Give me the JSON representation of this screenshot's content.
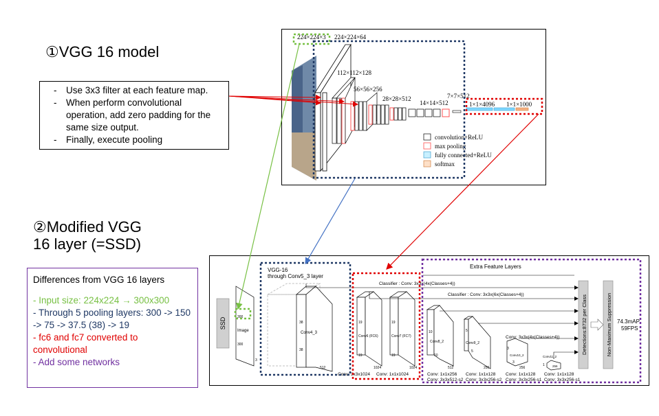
{
  "vgg_title": "①VGG 16 model",
  "ssd_title_line1": "②Modified VGG",
  "ssd_title_line2": "16 layer (=SSD)",
  "notes": [
    "Use 3x3 filter at each feature map.",
    "When perform convolutional operation, add zero padding for the same size output.",
    "Finally, execute pooling"
  ],
  "differences": {
    "heading": "Differences from VGG 16 layers",
    "input": "- Input size: 224x224 → 300x300",
    "pooling": "- Through 5 pooling layers: 300 -> 150 -> 75 -> 37.5 (38) -> 19",
    "fc": "- fc6 and fc7 converted to convolutional",
    "add": "- Add some networks"
  },
  "colors": {
    "green": "#77c043",
    "navy": "#1f3864",
    "red": "#e00000",
    "purple": "#7030a0",
    "blue_arrow": "#4472c4"
  },
  "vgg_fig": {
    "dims": [
      "224×224×3",
      "224×224×64",
      "112×112×128",
      "56×56×256",
      "28×28×512",
      "14×14×512",
      "7×7×512",
      "1×1×4096",
      "1×1×1000"
    ],
    "legend": [
      "convolution+ReLU",
      "max pooling",
      "fully connected+ReLU",
      "softmax"
    ],
    "legend_colors": [
      "#ffffff",
      "#ff8080",
      "#80d8ff",
      "#f4b183"
    ]
  },
  "ssd_fig": {
    "ssd_label": "SSD",
    "image_label": "Image",
    "image_size": "300",
    "image_ch": "3",
    "vgg_label_1": "VGG-16",
    "vgg_label_2": "through Conv5_3 layer",
    "conv4_3": "Conv4_3",
    "dim38": "38",
    "dim512": "512",
    "fc6": "Conv6 (FC6)",
    "fc7": "Conv7 (FC7)",
    "dim19": "19",
    "dim1024": "1024",
    "conv8_2": "Conv8_2",
    "conv9_2": "Conv9_2",
    "conv10_2": "Conv10_2",
    "conv11_2": "Conv11_2",
    "dim10": "10",
    "dim5": "5",
    "dim3": "3",
    "dim1": "1",
    "dim256": "256",
    "extra": "Extra Feature Layers",
    "classifier1": "Classifier : Conv: 3x3x(4x(Classes+4))",
    "classifier2": "Classifier : Conv: 3x3x(6x(Classes+4))",
    "classifier3": "Conv: 3x3x(4x(Classes+4))",
    "bottom": [
      "Conv: 3x3x1024",
      "Conv: 1x1x1024",
      "Conv: 1x1x256",
      "Conv: 3x3x512-s2",
      "Conv: 1x1x128",
      "Conv: 3x3x256-s2",
      "Conv: 1x1x128",
      "Conv: 3x3x256-s1",
      "Conv: 1x1x128",
      "Conv: 3x3x256-s1"
    ],
    "detections": "Detections:8732 per Class",
    "nms": "Non-Maximum Suppression",
    "map": "74.3mAP",
    "fps": "59FPS"
  }
}
